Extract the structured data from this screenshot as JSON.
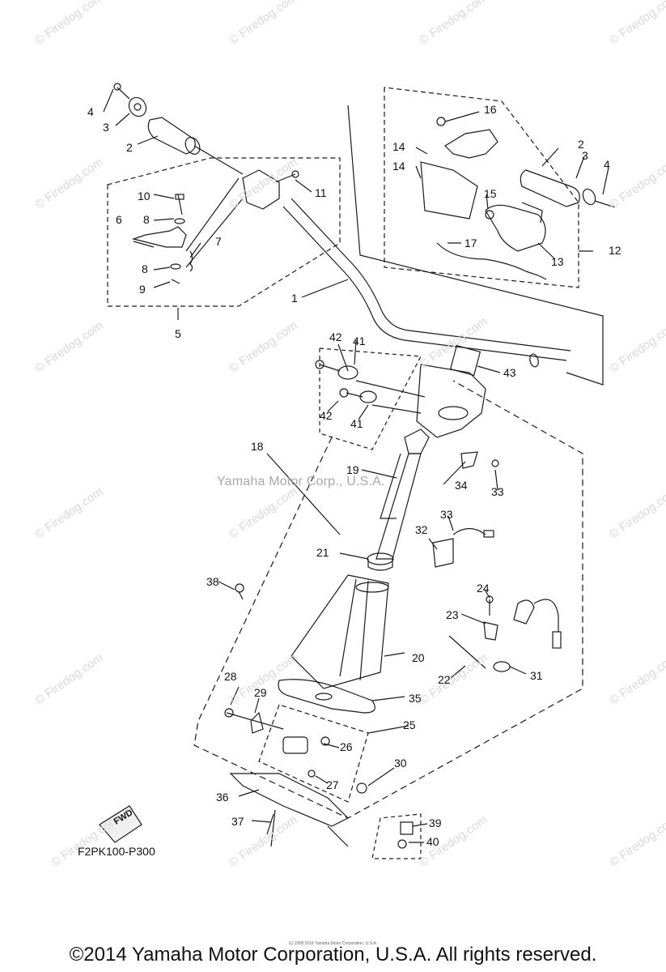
{
  "watermark_text": "© Firedog.com",
  "center_watermark": "Yamaha Motor Corp., U.S.A.",
  "diagram_code": "F2PK100-P300",
  "fwd_label": "FWD",
  "fine_print": "(c) 2008 2016 Yamaha Motor Corporation, U.S.A.",
  "footer": "©2014 Yamaha Motor Corporation, U.S.A. All rights reserved.",
  "callouts": [
    "1",
    "2",
    "3",
    "4",
    "5",
    "6",
    "7",
    "8",
    "9",
    "10",
    "11",
    "12",
    "13",
    "14",
    "15",
    "16",
    "17",
    "18",
    "19",
    "20",
    "21",
    "22",
    "23",
    "24",
    "25",
    "26",
    "27",
    "28",
    "29",
    "30",
    "31",
    "32",
    "33",
    "34",
    "35",
    "36",
    "37",
    "38",
    "39",
    "40",
    "41",
    "42",
    "43"
  ],
  "colors": {
    "line": "#1a1a1a",
    "watermark": "#d8d8d8",
    "background": "#ffffff"
  }
}
